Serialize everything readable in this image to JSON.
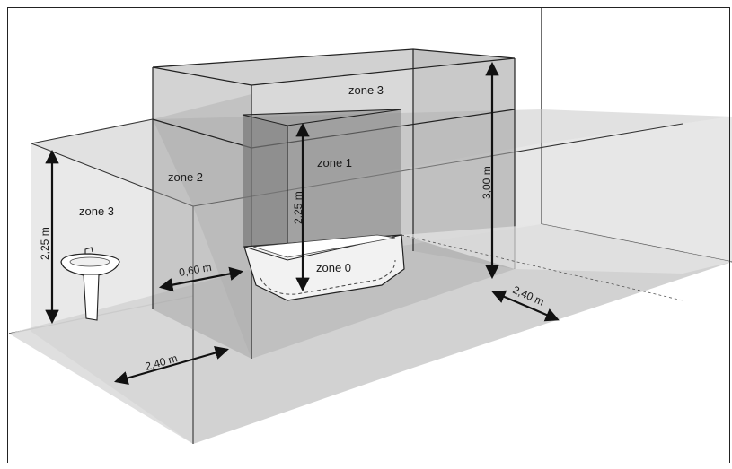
{
  "zones": {
    "zone0": "zone 0",
    "zone1": "zone 1",
    "zone2": "zone 2",
    "zone3_top": "zone 3",
    "zone3_left": "zone 3"
  },
  "dimensions": {
    "wall_height": "2,25 m",
    "shower_height": "2,25 m",
    "zone3_height": "3,00 m",
    "tub_offset": "0,60 m",
    "zone2_depth_front": "2,40 m",
    "zone2_depth_right": "2,40 m"
  },
  "icons": {
    "washbasin": "washbasin-icon",
    "bathtub": "bathtub-icon"
  },
  "colors": {
    "line": "#1a1a1a",
    "floor": "#d9d9d9",
    "zone_fill": "#8a8a8a"
  }
}
